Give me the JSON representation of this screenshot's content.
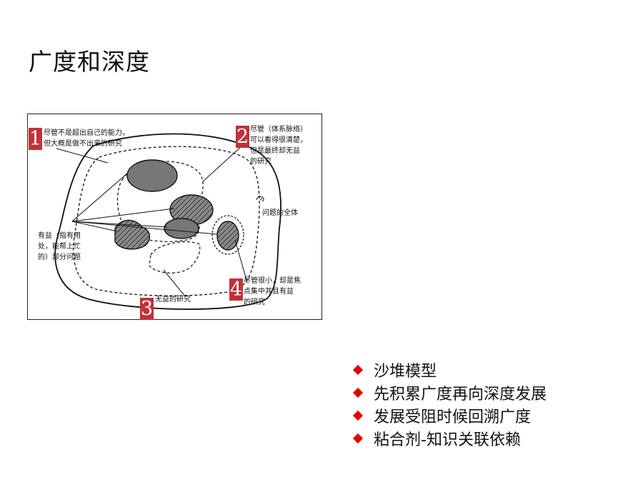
{
  "title": "广度和深度",
  "diagram": {
    "badges": [
      "1",
      "2",
      "3",
      "4"
    ],
    "notes": {
      "n1": "尽管不是超出自己的能力，\n但大概是做不出来的研究",
      "n2": "尽管（体系脉络）\n可以看得很清楚，\n但是最终却无益\n的研究",
      "n3": "无益的研究",
      "n4": "尽管很小，却是焦\n点集中并且有益\n的研究",
      "useful": "有益（指有用\n处，能帮上忙\n的）部分问题",
      "whole": "问题的全体"
    }
  },
  "bullets": [
    "沙堆模型",
    "先积累广度再向深度发展",
    "发展受阻时候回溯广度",
    "粘合剂-知识关联依赖"
  ],
  "colors": {
    "badge": "#c0323a",
    "bullet": "#e00000"
  }
}
